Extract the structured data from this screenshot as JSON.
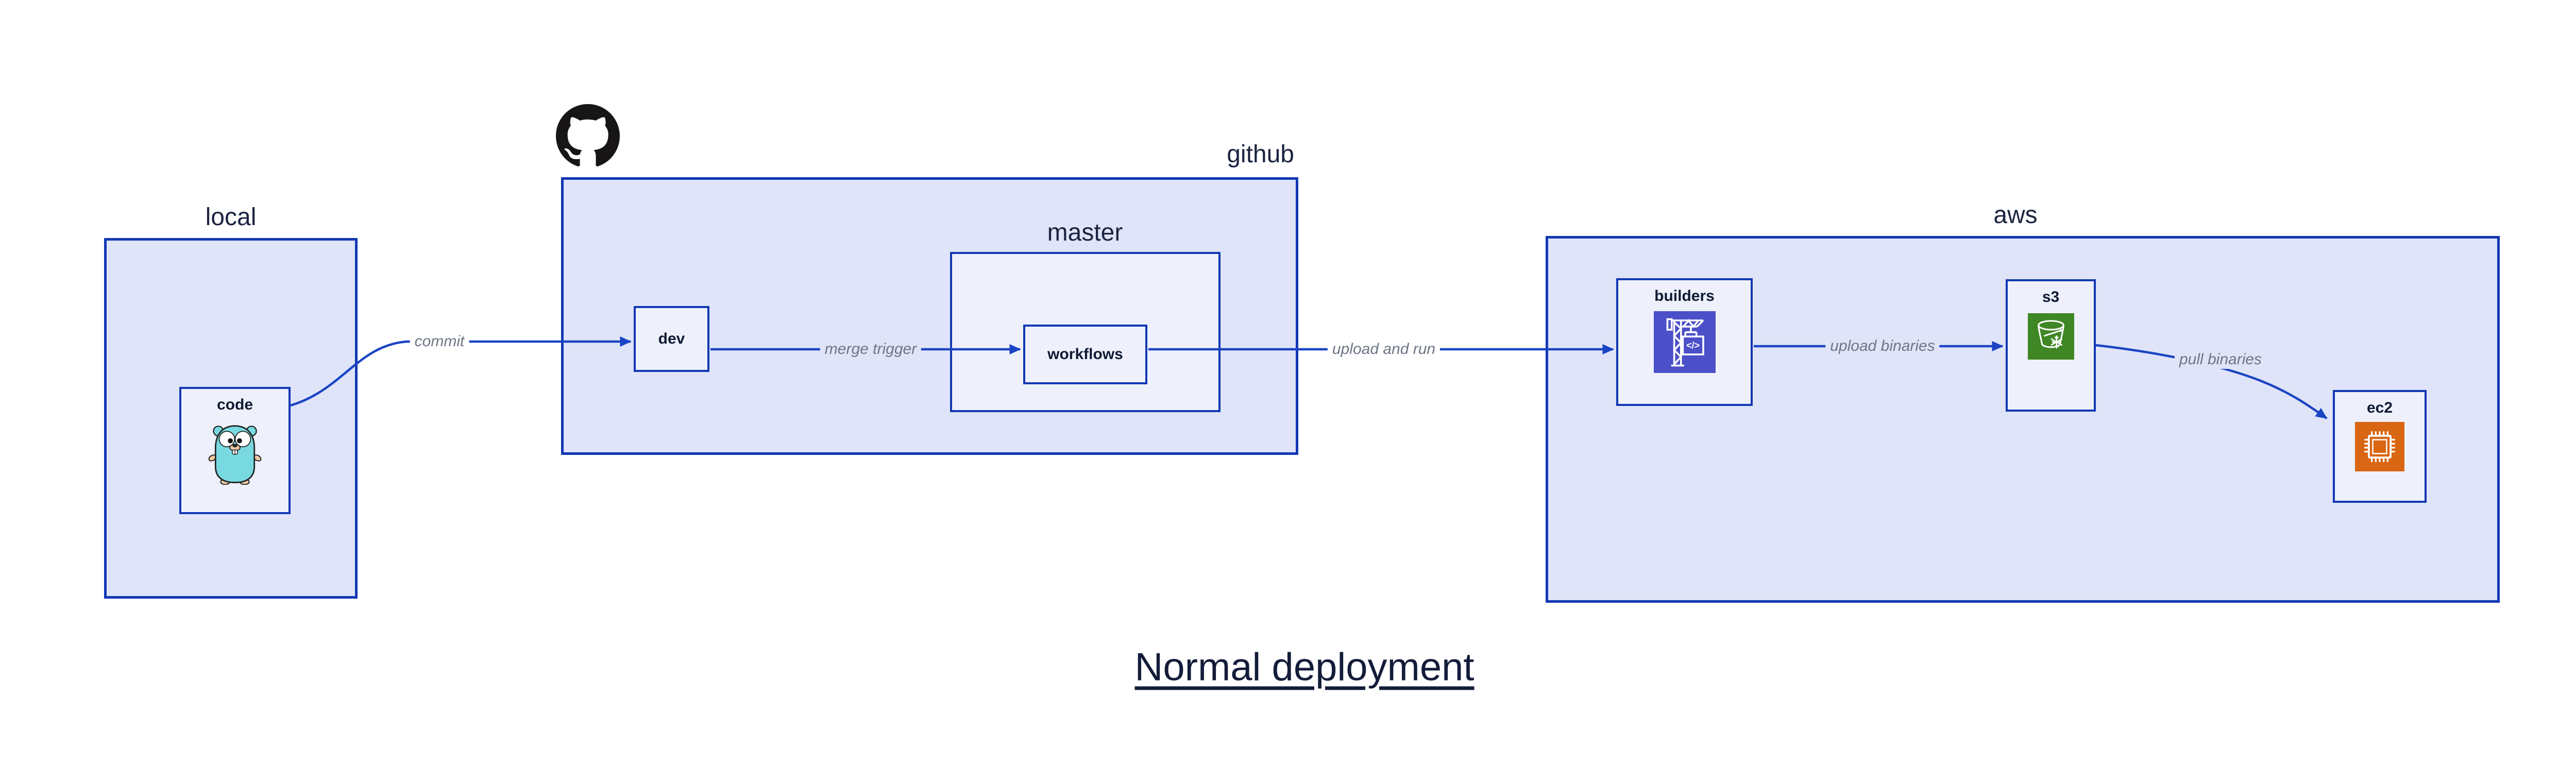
{
  "diagram_title": "Normal deployment",
  "groups": {
    "local": {
      "label": "local"
    },
    "github": {
      "label": "github"
    },
    "master": {
      "label": "master"
    },
    "aws": {
      "label": "aws"
    }
  },
  "nodes": {
    "code": {
      "label": "code",
      "icon": "go-gopher-icon"
    },
    "dev": {
      "label": "dev"
    },
    "workflows": {
      "label": "workflows"
    },
    "builders": {
      "label": "builders",
      "icon": "codebuild-crane-icon"
    },
    "s3": {
      "label": "s3",
      "icon": "s3-glacier-bucket-icon"
    },
    "ec2": {
      "label": "ec2",
      "icon": "ec2-chip-icon"
    }
  },
  "edges": [
    {
      "id": "commit",
      "label": "commit",
      "from": "code",
      "to": "dev"
    },
    {
      "id": "merge-trigger",
      "label": "merge trigger",
      "from": "dev",
      "to": "workflows"
    },
    {
      "id": "upload-and-run",
      "label": "upload and run",
      "from": "workflows",
      "to": "builders"
    },
    {
      "id": "upload-binaries",
      "label": "upload binaries",
      "from": "builders",
      "to": "s3"
    },
    {
      "id": "pull-binaries",
      "label": "pull binaries",
      "from": "s3",
      "to": "ec2"
    }
  ],
  "icons": {
    "github_logo": "github-octocat-icon"
  },
  "colors": {
    "group_fill": "#dfe4f8",
    "node_fill": "#eef1fb",
    "border_blue": "#1238b4",
    "arrow_blue": "#1a44c4",
    "edge_label_gray": "#6e7686",
    "text_dark": "#0f1a33",
    "github_black": "#171515",
    "codebuild_purple": "#4b4fc8",
    "s3_green": "#3f8624",
    "ec2_orange": "#d86613",
    "gopher_teal": "#79d9e1"
  }
}
